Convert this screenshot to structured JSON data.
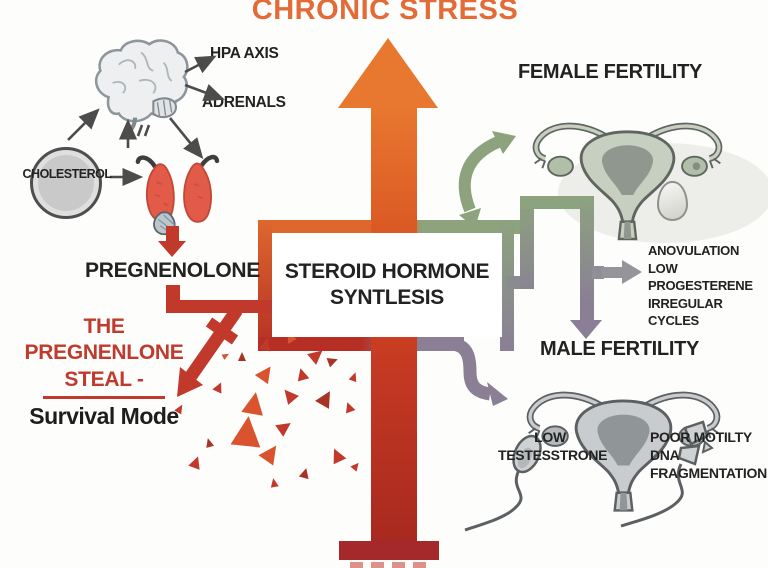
{
  "title": "CHRONIC STRESS",
  "colors": {
    "orange": "#E26B38",
    "orange2": "#E8782F",
    "orange3": "#DE672E",
    "red": "#C0392B",
    "red2": "#B52F24",
    "steal": "#C03A2E",
    "sage": "#8CA37E",
    "purple": "#8A7F95",
    "gray": "#94949a"
  },
  "hpa_section": {
    "hpa_axis": "HPA AXIS",
    "adrenals": "ADRENALS",
    "cholesterol": "CHOLESTEROL"
  },
  "left_flow": {
    "pregnenolone": "PREGNENOLONE",
    "steal_line1": "THE",
    "steal_line2": "PREGNENLONE",
    "steal_line3": "STEAL -",
    "survival": "Survival Mode"
  },
  "center_box": {
    "line1": "STEROID HORMONE",
    "line2": "SYNTLESIS"
  },
  "female": {
    "title": "FEMALE FERTILITY",
    "effects": [
      "ANOVULATION",
      "LOW PROGESTERENE",
      "IRREGULAR CYCLES"
    ]
  },
  "male": {
    "title": "MALE FERTILITY",
    "effect_left": [
      "LOW",
      "TESTESSTRONE"
    ],
    "effect_right": [
      "POOR MOTILTY",
      "DNA FRAGMENTATION"
    ]
  },
  "fragment_palette": [
    "#C0392B",
    "#D9542E",
    "#A93226",
    "#E06A3C"
  ],
  "fragments": [
    [
      260,
      338,
      12,
      15,
      0
    ],
    [
      285,
      332,
      10,
      -30,
      1
    ],
    [
      310,
      348,
      14,
      50,
      0
    ],
    [
      238,
      352,
      9,
      0,
      2
    ],
    [
      258,
      365,
      16,
      35,
      1
    ],
    [
      296,
      368,
      12,
      -15,
      0
    ],
    [
      328,
      356,
      10,
      70,
      2
    ],
    [
      350,
      372,
      9,
      20,
      0
    ],
    [
      214,
      382,
      10,
      25,
      0
    ],
    [
      243,
      392,
      22,
      10,
      1
    ],
    [
      282,
      388,
      14,
      -40,
      0
    ],
    [
      318,
      390,
      16,
      30,
      2
    ],
    [
      344,
      402,
      10,
      -20,
      0
    ],
    [
      176,
      404,
      9,
      30,
      0
    ],
    [
      232,
      416,
      30,
      6,
      1
    ],
    [
      278,
      420,
      14,
      55,
      0
    ],
    [
      205,
      438,
      9,
      -15,
      2
    ],
    [
      262,
      444,
      18,
      35,
      1
    ],
    [
      190,
      456,
      12,
      20,
      0
    ],
    [
      330,
      448,
      14,
      -25,
      0
    ],
    [
      300,
      468,
      10,
      15,
      2
    ],
    [
      352,
      462,
      8,
      40,
      0
    ],
    [
      270,
      478,
      9,
      -10,
      0
    ],
    [
      223,
      352,
      7,
      60,
      1
    ]
  ]
}
